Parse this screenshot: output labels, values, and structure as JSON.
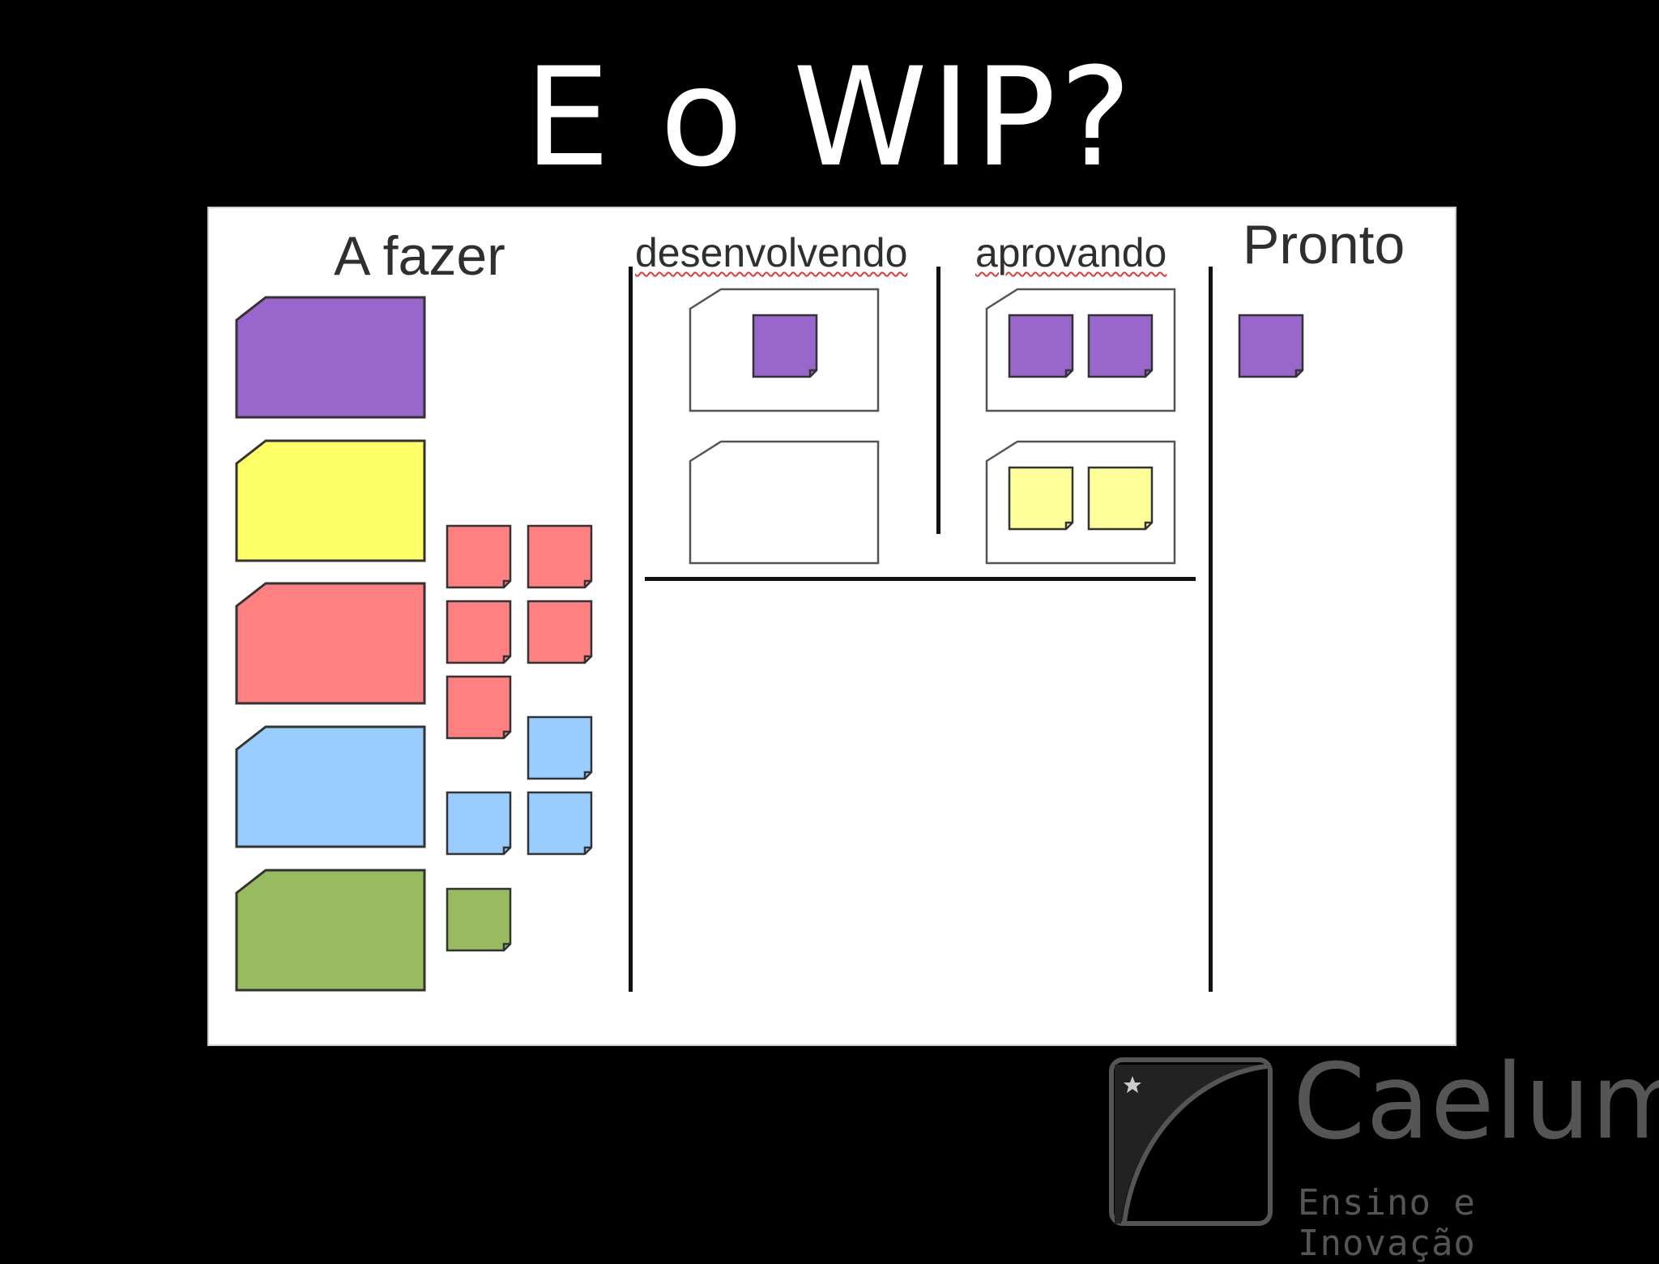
{
  "slide": {
    "title": "E o WIP?"
  },
  "board": {
    "columns": {
      "todo": "A fazer",
      "dev": "desenvolvendo",
      "approve": "aprovando",
      "done": "Pronto"
    }
  },
  "colors": {
    "purple": "#9966cc",
    "yellow": "#ffff66",
    "red": "#ff8080",
    "blue": "#99ccff",
    "green": "#99bb5f",
    "light_yellow": "#ffff99"
  },
  "logo": {
    "name": "Caelum",
    "tagline": "Ensino e Inovação",
    "mark": "caelum-star-arc-logo"
  }
}
